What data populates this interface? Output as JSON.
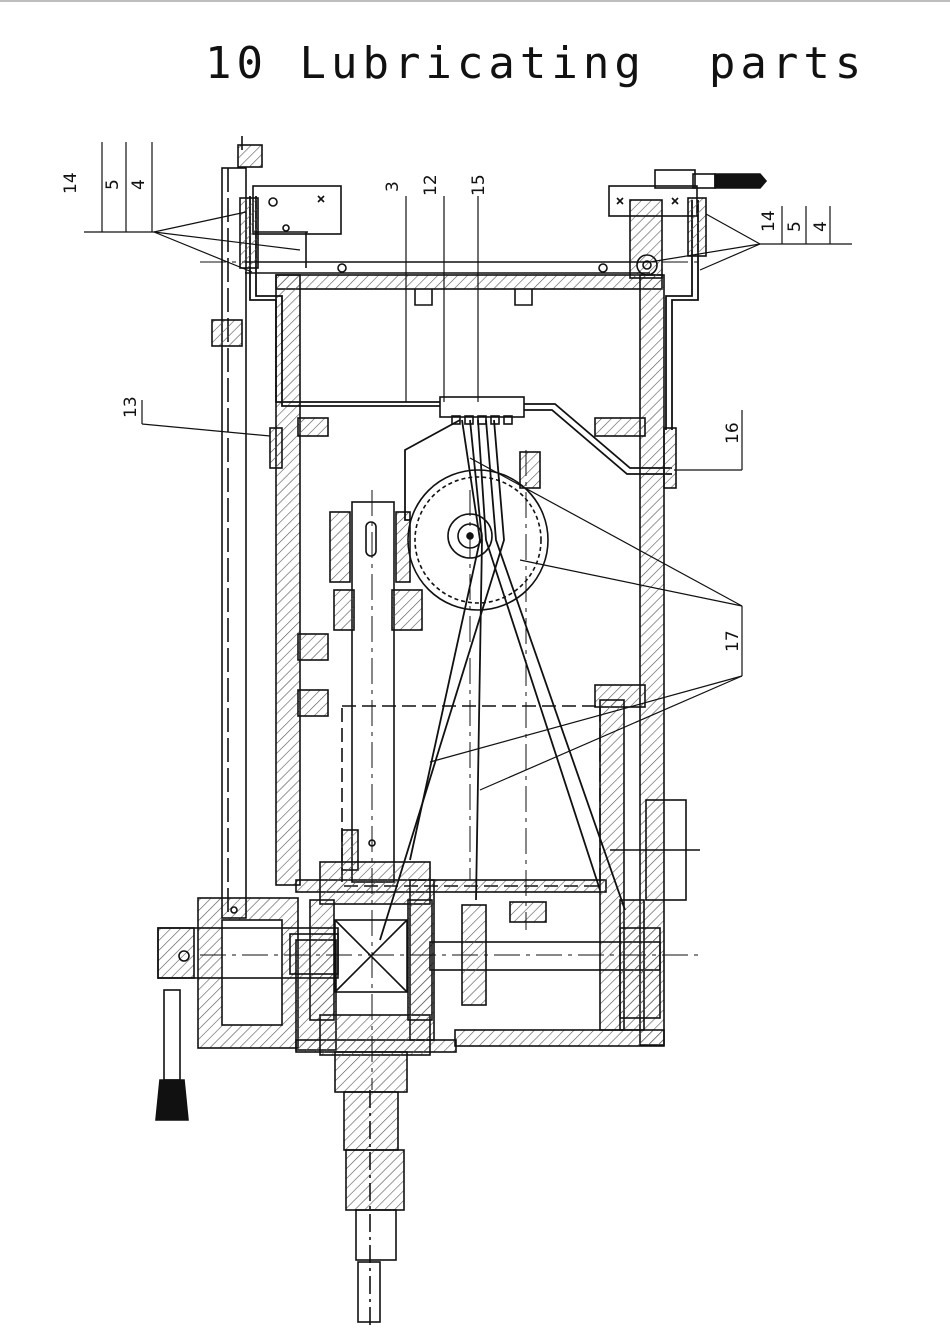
{
  "page": {
    "title": "10 Lubricating  parts"
  },
  "callouts": {
    "top_left": [
      "14",
      "5",
      "4"
    ],
    "top_center": [
      "3",
      "12",
      "15"
    ],
    "top_right": [
      "14",
      "5",
      "4"
    ],
    "left_13": "13",
    "right_16": "16",
    "right_17": "17"
  },
  "colors": {
    "line": "#111111",
    "hatch": "#555555",
    "background": "#ffffff"
  }
}
